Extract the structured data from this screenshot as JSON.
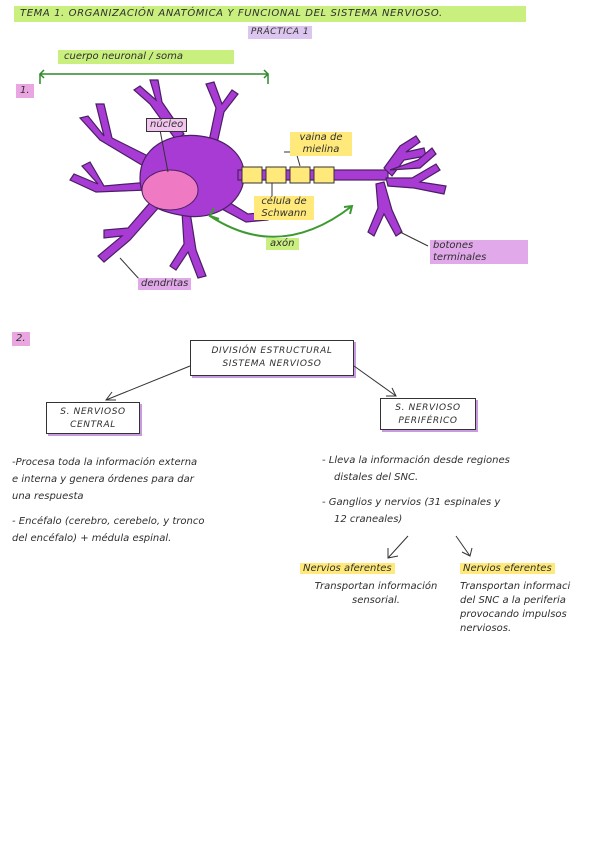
{
  "header": {
    "title": "TEMA 1. ORGANIZACIÓN ANATÓMICA Y FUNCIONAL DEL SISTEMA NERVIOSO.",
    "subtitle": "PRÁCTICA 1"
  },
  "section1": {
    "number": "1.",
    "soma_label": "cuerpo neuronal / soma",
    "nucleus": "núcleo",
    "myelin": "vaina de mielina",
    "schwann": "célula de Schwann",
    "axon": "axón",
    "terminals": "botones terminales",
    "dendrites": "dendritas"
  },
  "section2": {
    "number": "2.",
    "root": [
      "DIVISIÓN ESTRUCTURAL",
      "SISTEMA NERVIOSO"
    ],
    "central": [
      "S. NERVIOSO",
      "CENTRAL"
    ],
    "peripheral": [
      "S. NERVIOSO",
      "PERIFÉRICO"
    ],
    "central_notes": [
      "-Procesa toda la información externa",
      "e interna y genera órdenes para dar",
      "una respuesta",
      "- Encéfalo (cerebro, cerebelo, y tronco",
      "del encéfalo) + médula espinal."
    ],
    "peripheral_notes": [
      "- Lleva la información desde regiones",
      "distales del SNC.",
      "- Ganglios y nervios (31 espinales y",
      "12 craneales)"
    ],
    "afferent": {
      "title": "Nervios aferentes",
      "desc": [
        "Transportan información",
        "sensorial."
      ]
    },
    "efferent": {
      "title": "Nervios eferentes",
      "desc": [
        "Transportan informaci",
        "del SNC a la periferia",
        "provocando impulsos",
        "nerviosos."
      ]
    }
  },
  "colors": {
    "neuron": "#a83bd4",
    "nucleus": "#ef79c2",
    "green": "#c9ef7e",
    "yellow": "#ffe97a",
    "purple_label": "#e1a8ea",
    "arrow_green": "#3d9a31"
  }
}
